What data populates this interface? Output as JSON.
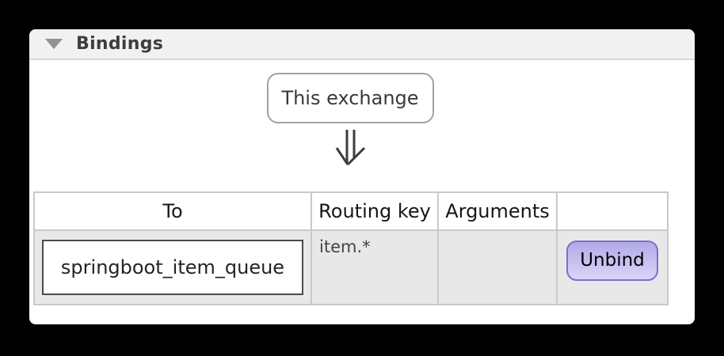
{
  "section": {
    "title": "Bindings",
    "collapse_icon": "triangle-down"
  },
  "diagram": {
    "source_label": "This exchange",
    "arrow_icon": "double-down-arrow"
  },
  "bindings_table": {
    "columns": [
      "To",
      "Routing key",
      "Arguments",
      ""
    ],
    "rows": [
      {
        "to": "springboot_item_queue",
        "routing_key": "item.*",
        "arguments": "",
        "action": "Unbind"
      }
    ]
  },
  "colors": {
    "page_background": "#000000",
    "panel_background": "#ffffff",
    "section_header_background": "#f1f1f1",
    "row_background": "#e8e8e8",
    "table_border": "#c9c9c9",
    "queue_box_border": "#4b4b4b",
    "node_border": "#a2a2a2",
    "unbind_border": "#7b71ca",
    "unbind_gradient_top": "#b2aae8",
    "unbind_gradient_bottom": "#d9d5f8"
  }
}
